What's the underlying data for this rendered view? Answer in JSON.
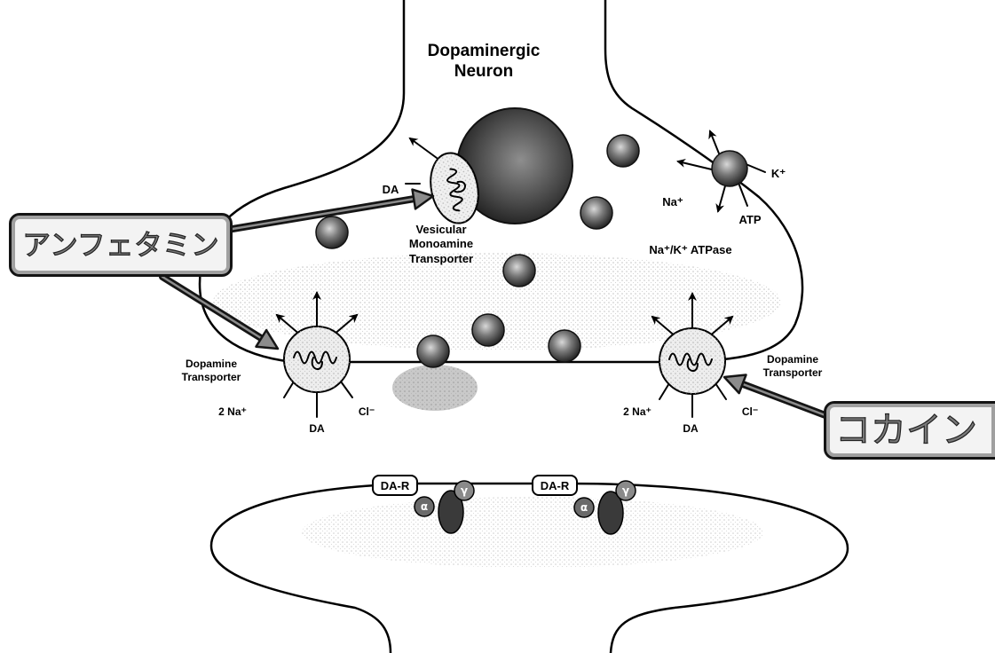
{
  "neuron_title": {
    "line1": "Dopaminergic",
    "line2": "Neuron"
  },
  "vmat": {
    "substrate": "DA",
    "name_line1": "Vesicular",
    "name_line2": "Monoamine",
    "name_line3": "Transporter"
  },
  "na_k_pump": {
    "na": "Na⁺",
    "k": "K⁺",
    "atp": "ATP",
    "name": "Na⁺/K⁺ ATPase"
  },
  "dat_left": {
    "name_line1": "Dopamine",
    "name_line2": "Transporter",
    "sodium": "2 Na⁺",
    "substrate": "DA",
    "chloride": "Cl⁻"
  },
  "dat_right": {
    "name_line1": "Dopamine",
    "name_line2": "Transporter",
    "sodium": "2 Na⁺",
    "substrate": "DA",
    "chloride": "Cl⁻"
  },
  "receptors": [
    {
      "label": "DA-R",
      "g_alpha": "α",
      "g_gamma": "γ"
    },
    {
      "label": "DA-R",
      "g_alpha": "α",
      "g_gamma": "γ"
    }
  ],
  "drugs": {
    "amphetamine": "アンフェタミン",
    "cocaine": "コカイン"
  },
  "colors": {
    "outline": "#000000",
    "vesicle": "#1e1e1e",
    "drug_label_text": "#7a7a7a",
    "drug_label_border": "#141414"
  }
}
